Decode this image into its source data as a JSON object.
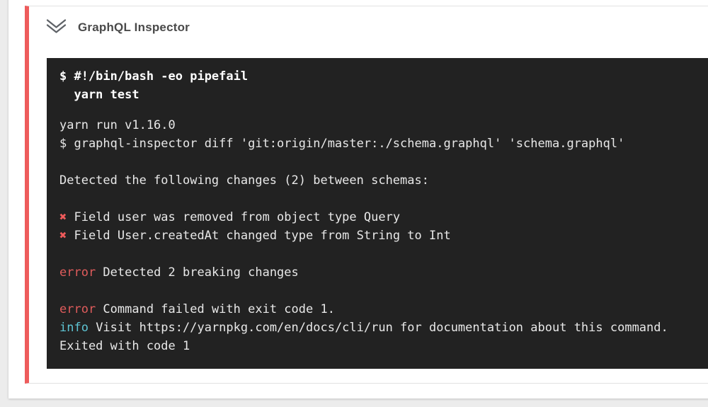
{
  "colors": {
    "page-bg": "#ececec",
    "card-bg": "#ffffff",
    "card-border": "#e2e2e2",
    "accent-red": "#ee5c5c",
    "header-text": "#4a4a4a",
    "icon-gray": "#5f6368",
    "terminal-bg": "#222222",
    "terminal-text": "#e8e8e8",
    "terminal-bold": "#ffffff",
    "cross-red": "#ef5b5b",
    "error-red": "#e05c5c",
    "info-cyan": "#5ec5d4"
  },
  "icons": {
    "collapse": "double-chevron-down"
  },
  "step": {
    "title": "GraphQL Inspector"
  },
  "terminal": {
    "command_lines": [
      "$ #!/bin/bash -eo pipefail",
      "  yarn test"
    ],
    "lines": [
      [
        [
          "plain",
          "yarn run v1.16.0"
        ]
      ],
      [
        [
          "plain",
          "$ graphql-inspector diff 'git:origin/master:./schema.graphql' 'schema.graphql'"
        ]
      ],
      [],
      [
        [
          "plain",
          "Detected the following changes (2) between schemas:"
        ]
      ],
      [],
      [
        [
          "cross",
          "✖"
        ],
        [
          "plain",
          " Field user was removed from object type Query"
        ]
      ],
      [
        [
          "cross",
          "✖"
        ],
        [
          "plain",
          " Field User.createdAt changed type from String to Int"
        ]
      ],
      [],
      [
        [
          "error",
          "error"
        ],
        [
          "plain",
          " Detected 2 breaking changes"
        ]
      ],
      [],
      [
        [
          "error",
          "error"
        ],
        [
          "plain",
          " Command failed with exit code 1."
        ]
      ],
      [
        [
          "info",
          "info"
        ],
        [
          "plain",
          " Visit https://yarnpkg.com/en/docs/cli/run for documentation about this command."
        ]
      ],
      [
        [
          "plain",
          "Exited with code 1"
        ]
      ]
    ]
  }
}
